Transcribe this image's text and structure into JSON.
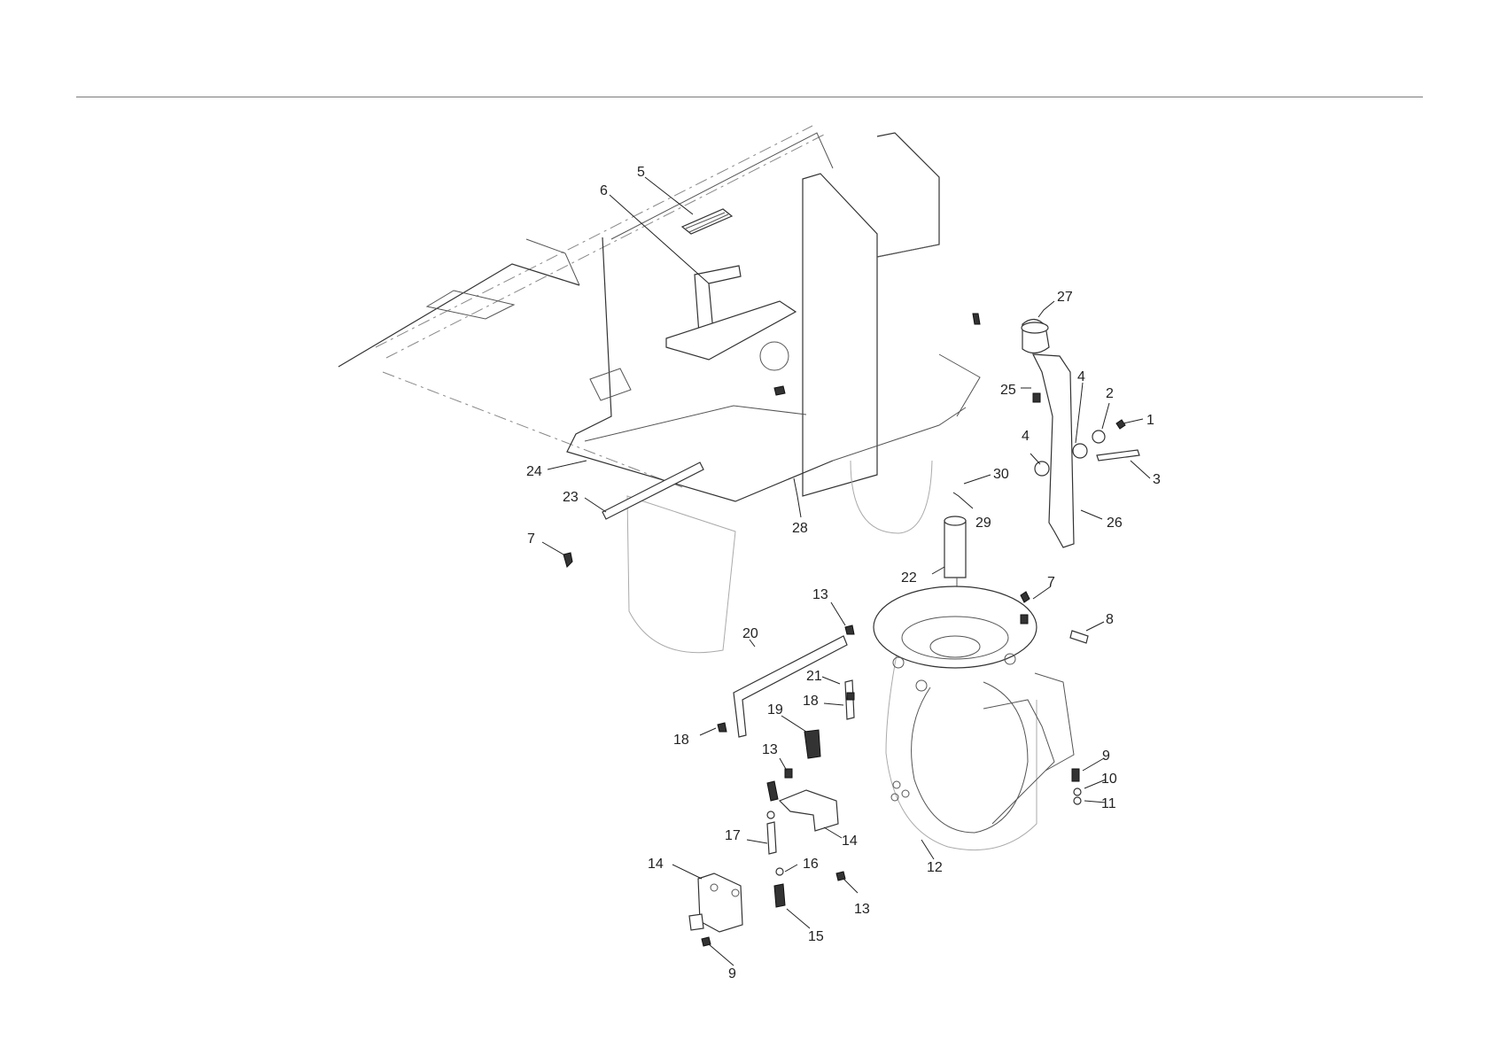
{
  "callouts": [
    {
      "id": "c5",
      "text": "5"
    },
    {
      "id": "c6",
      "text": "6"
    },
    {
      "id": "c27",
      "text": "27"
    },
    {
      "id": "c4a",
      "text": "4"
    },
    {
      "id": "c25",
      "text": "25"
    },
    {
      "id": "c2",
      "text": "2"
    },
    {
      "id": "c1",
      "text": "1"
    },
    {
      "id": "c4b",
      "text": "4"
    },
    {
      "id": "c3",
      "text": "3"
    },
    {
      "id": "c30",
      "text": "30"
    },
    {
      "id": "c24",
      "text": "24"
    },
    {
      "id": "c23",
      "text": "23"
    },
    {
      "id": "c29",
      "text": "29"
    },
    {
      "id": "c26",
      "text": "26"
    },
    {
      "id": "c28",
      "text": "28"
    },
    {
      "id": "c7a",
      "text": "7"
    },
    {
      "id": "c22",
      "text": "22"
    },
    {
      "id": "c7b",
      "text": "7"
    },
    {
      "id": "c13a",
      "text": "13"
    },
    {
      "id": "c8",
      "text": "8"
    },
    {
      "id": "c20",
      "text": "20"
    },
    {
      "id": "c21",
      "text": "21"
    },
    {
      "id": "c18a",
      "text": "18"
    },
    {
      "id": "c19",
      "text": "19"
    },
    {
      "id": "c18b",
      "text": "18"
    },
    {
      "id": "c13b",
      "text": "13"
    },
    {
      "id": "c9a",
      "text": "9"
    },
    {
      "id": "c10",
      "text": "10"
    },
    {
      "id": "c11",
      "text": "11"
    },
    {
      "id": "c17",
      "text": "17"
    },
    {
      "id": "c14a",
      "text": "14"
    },
    {
      "id": "c12",
      "text": "12"
    },
    {
      "id": "c14b",
      "text": "14"
    },
    {
      "id": "c16",
      "text": "16"
    },
    {
      "id": "c13c",
      "text": "13"
    },
    {
      "id": "c15",
      "text": "15"
    },
    {
      "id": "c9b",
      "text": "9"
    }
  ]
}
